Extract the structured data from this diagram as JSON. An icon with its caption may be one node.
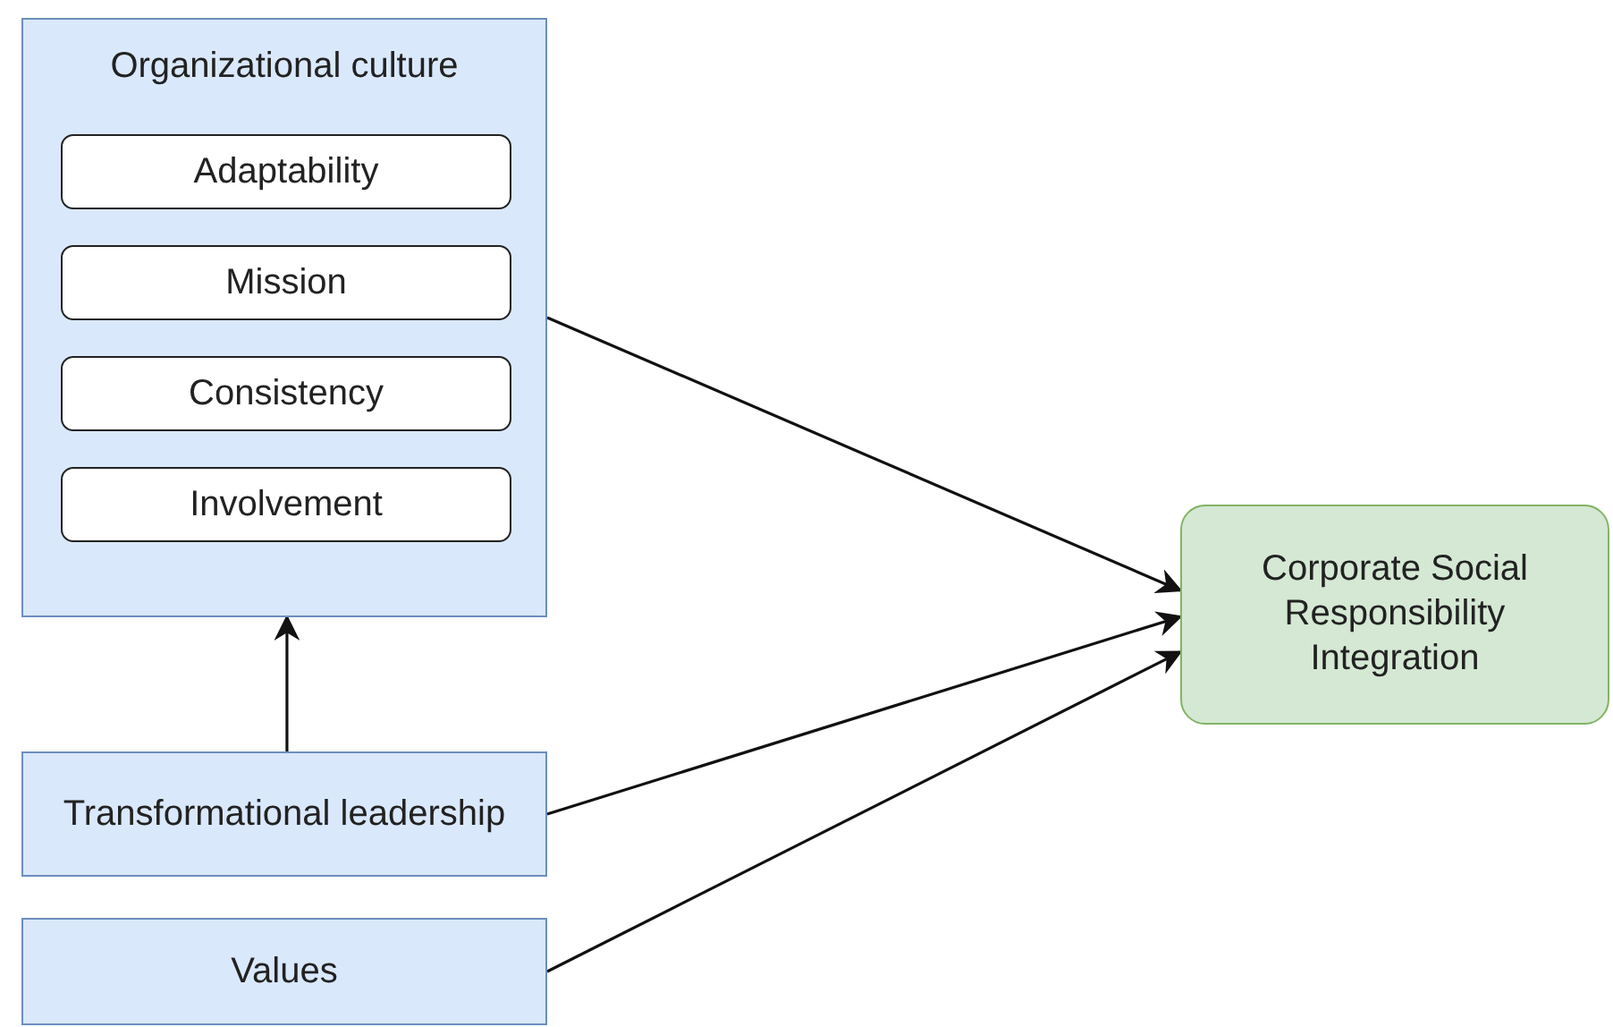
{
  "diagram": {
    "nodes": [
      {
        "text": [
          "Organizational culture"
        ]
      },
      {
        "text": [
          "Adaptability"
        ],
        "in": 0
      },
      {
        "text": [
          "Mission"
        ],
        "in": 0
      },
      {
        "text": [
          "Consistency"
        ],
        "in": 0
      },
      {
        "text": [
          "Involvement"
        ],
        "in": 0
      },
      {
        "text": [
          "Transformational leadership"
        ]
      },
      {
        "text": [
          "Values"
        ]
      },
      {
        "text": [
          "Corporate Social Responsibility Integration"
        ]
      }
    ],
    "edges": [
      {
        "from": 0,
        "to": 7,
        "arrow": "to"
      },
      {
        "from": 5,
        "to": 0,
        "arrow": "to"
      },
      {
        "from": 5,
        "to": 7,
        "arrow": "to"
      },
      {
        "from": 6,
        "to": 7,
        "arrow": "to"
      }
    ]
  }
}
